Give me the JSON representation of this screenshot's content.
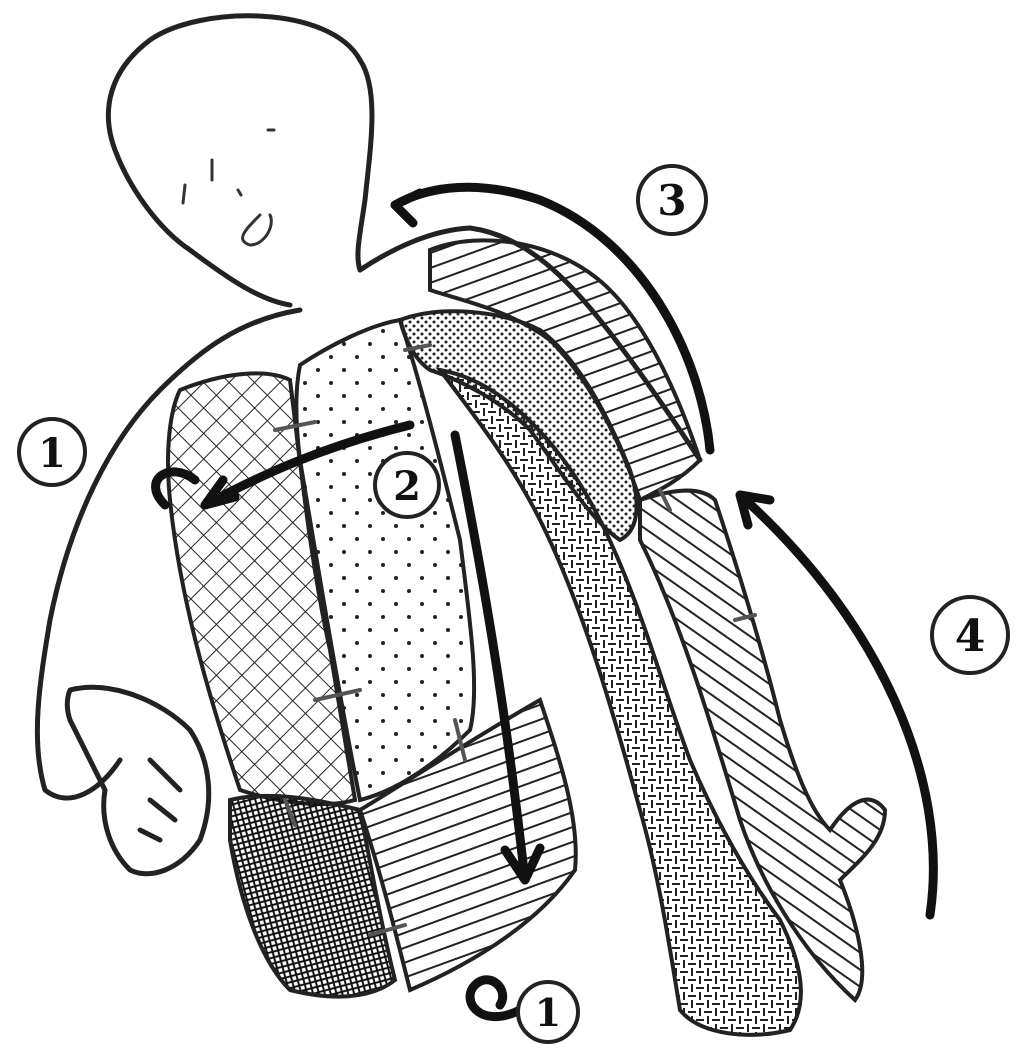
{
  "labels": [
    {
      "id": "label-1-left",
      "text": "1"
    },
    {
      "id": "label-2",
      "text": "2"
    },
    {
      "id": "label-3",
      "text": "3"
    },
    {
      "id": "label-4",
      "text": "4"
    },
    {
      "id": "label-1-bottom",
      "text": "1"
    }
  ],
  "regions": [
    {
      "name": "left-chest-crosshatch",
      "pattern": "crosshatch"
    },
    {
      "name": "center-chest-dots",
      "pattern": "dots"
    },
    {
      "name": "upper-arm-stipple",
      "pattern": "dense-stipple"
    },
    {
      "name": "shoulder-diagonal-lines",
      "pattern": "diagonal-lines"
    },
    {
      "name": "outer-arm-lines",
      "pattern": "diagonal-lines"
    },
    {
      "name": "inner-arm-weave",
      "pattern": "weave"
    },
    {
      "name": "lower-left-dark-shading",
      "pattern": "dark-crosshatch"
    },
    {
      "name": "lower-right-lines",
      "pattern": "diagonal-lines"
    }
  ],
  "colors": {
    "ink": "#111111",
    "paper": "#ffffff",
    "shade": "#555555"
  }
}
